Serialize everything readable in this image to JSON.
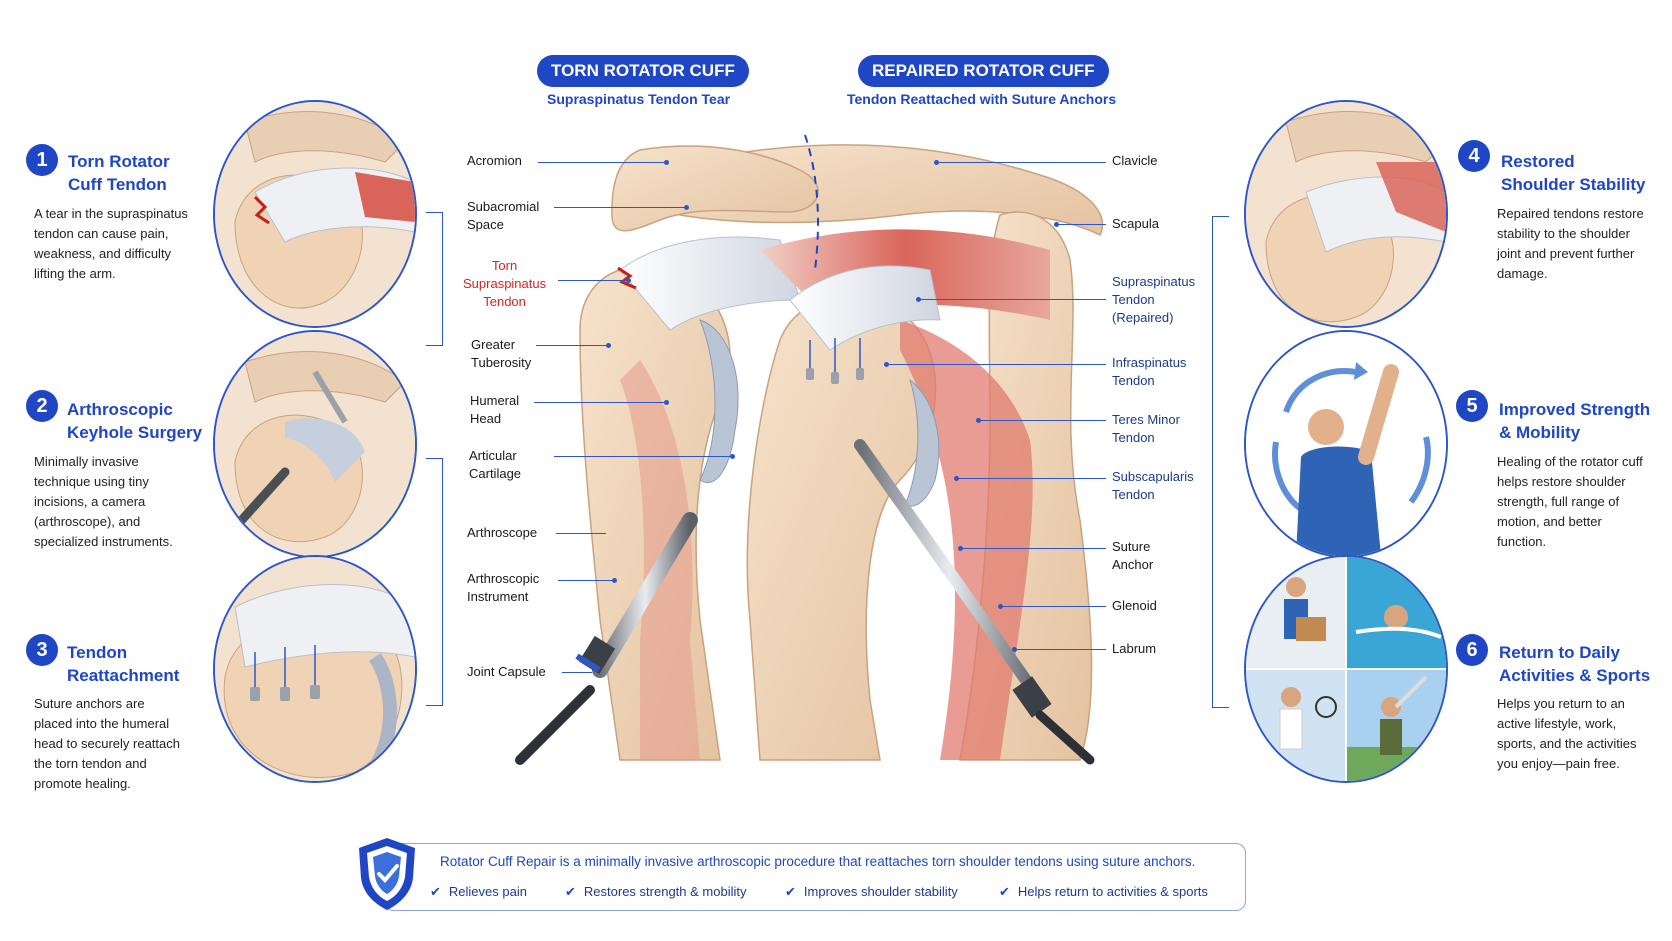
{
  "header": {
    "torn_title": "TORN ROTATOR CUFF",
    "torn_subtitle": "Supraspinatus Tendon Tear",
    "repaired_title": "REPAIRED ROTATOR CUFF",
    "repaired_subtitle": "Tendon Reattached with Suture Anchors"
  },
  "steps": [
    {
      "num": "1",
      "title": "Torn Rotator\nCuff Tendon",
      "desc": "A tear in the supraspinatus\ntendon can cause pain,\nweakness, and difficulty\nlifting the arm."
    },
    {
      "num": "2",
      "title": "Arthroscopic\nKeyhole Surgery",
      "desc": "Minimally invasive\ntechnique using tiny\nincisions, a camera\n(arthroscope), and\nspecialized instruments."
    },
    {
      "num": "3",
      "title": "Tendon\nReattachment",
      "desc": "Suture anchors are\nplaced into the humeral\nhead to securely reattach\nthe torn tendon and\npromote healing."
    },
    {
      "num": "4",
      "title": "Restored\nShoulder Stability",
      "desc": "Repaired tendons restore\nstability to the shoulder\njoint and prevent further\ndamage."
    },
    {
      "num": "5",
      "title": "Improved Strength\n& Mobility",
      "desc": "Healing of the rotator cuff\nhelps restore shoulder\nstrength, full range of\nmotion, and better\nfunction."
    },
    {
      "num": "6",
      "title": "Return to Daily\nActivities & Sports",
      "desc": "Helps you return to an\nactive lifestyle, work,\nsports, and the activities\nyou enjoy—pain free."
    }
  ],
  "labels_left": {
    "acromion": "Acromion",
    "subacromial": "Subacromial\nSpace",
    "torn_supraspinatus": "Torn\nSupraspinatus\nTendon",
    "greater_tuberosity": "Greater\nTuberosity",
    "humeral_head": "Humeral\nHead",
    "articular_cartilage": "Articular\nCartilage",
    "arthroscope": "Arthroscope",
    "arthroscopic_instrument": "Arthroscopic\nInstrument",
    "joint_capsule": "Joint Capsule"
  },
  "labels_right": {
    "clavicle": "Clavicle",
    "scapula": "Scapula",
    "supraspinatus_repaired": "Supraspinatus\nTendon\n(Repaired)",
    "infraspinatus": "Infraspinatus\nTendon",
    "teres_minor": "Teres Minor\nTendon",
    "subscapularis": "Subscapularis\nTendon",
    "suture_anchor": "Suture\nAnchor",
    "glenoid": "Glenoid",
    "labrum": "Labrum"
  },
  "banner": {
    "text": "Rotator Cuff Repair is a minimally invasive arthroscopic procedure that reattaches torn shoulder tendons using suture anchors.",
    "benefits": [
      "Relieves pain",
      "Restores strength & mobility",
      "Improves shoulder stability",
      "Helps return to activities & sports"
    ]
  },
  "colors": {
    "accent": "#1f46c4",
    "torn": "#d2261f",
    "bone": "#f1d9bd",
    "muscle": "#d96a5f",
    "tendon": "#eef0f4"
  }
}
